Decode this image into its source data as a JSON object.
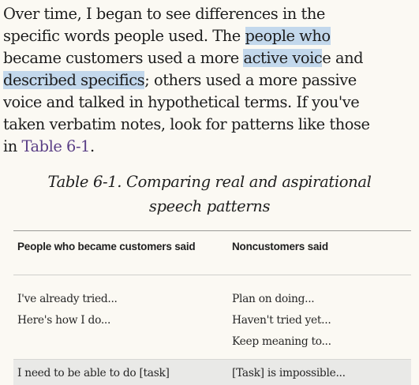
{
  "paragraph": {
    "line1": "Over time, I began to see differences in the",
    "line2a": "specific words people used. The ",
    "line2_hl": "people who",
    "line3a": "became customers used a more ",
    "line3_hl": "active voic",
    "line3b": "e and",
    "line4_hl": "described specifics",
    "line4b": "; others used a more passive",
    "line5": "voice and talked in hypothetical terms. If you've",
    "line6": "taken verbatim notes, look for patterns like those",
    "line7a": "in ",
    "line7_link": "Table 6-1",
    "line7b": "."
  },
  "caption": {
    "line1": "Table 6-1. Comparing real and aspirational",
    "line2": "speech patterns"
  },
  "table": {
    "headers": [
      "People who became customers said",
      "Noncustomers said"
    ],
    "rows": [
      [
        "I've already tried...",
        "Plan on doing..."
      ],
      [
        "Here's how I do...",
        "Haven't tried yet..."
      ],
      [
        "",
        "Keep meaning to..."
      ],
      [
        "I need to be able to do [task]",
        "[Task] is impossible..."
      ]
    ]
  },
  "colors": {
    "highlight": "#c3d8ec",
    "link": "#5a3f86",
    "shaded_row": "#e9e9e7"
  }
}
